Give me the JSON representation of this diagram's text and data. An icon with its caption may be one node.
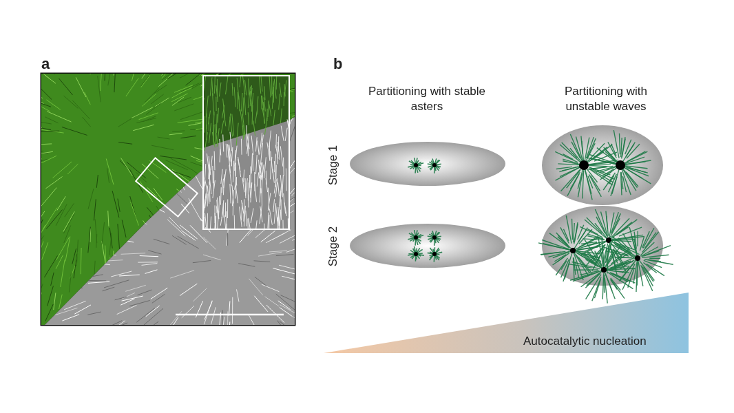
{
  "diagram": {
    "labels": [
      "a",
      "b",
      "Partitioning with stable asters",
      "Partitioning with unstable waves",
      "Stage 1",
      "Stage 2",
      "Autocatalytic nucleation"
    ]
  }
}
